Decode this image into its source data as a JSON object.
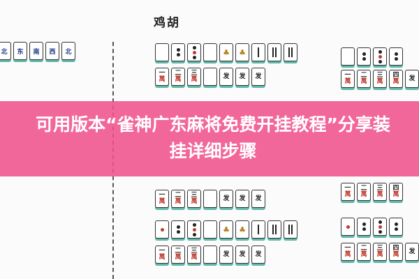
{
  "header": {
    "title": "鸡胡"
  },
  "banner": {
    "headline": "可用版本“雀神广东麻将免费开挂教程”分享装挂详细步骤"
  },
  "tiles": {
    "winds": [
      "北",
      "东",
      "南",
      "西",
      "北"
    ],
    "wan_top": "一",
    "wan_2": "二",
    "wan_3": "三",
    "wan_4": "四",
    "wan_char": "萬",
    "mark": "发"
  },
  "colors": {
    "banner": "#f0528c",
    "tile_shadow": "#5fb7a8"
  }
}
